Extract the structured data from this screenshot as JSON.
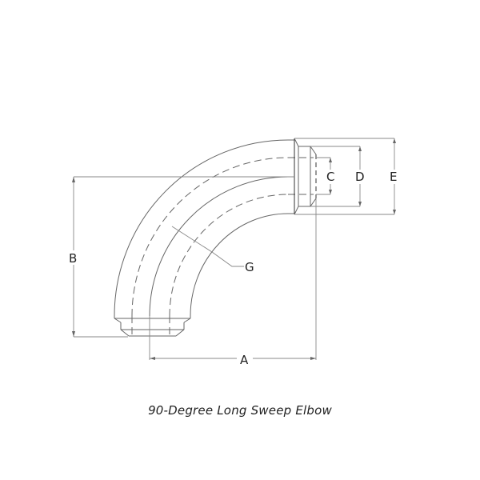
{
  "diagram": {
    "caption": "90-Degree Long Sweep Elbow",
    "labels": {
      "A": "A",
      "B": "B",
      "C": "C",
      "D": "D",
      "E": "E",
      "G": "G"
    },
    "colors": {
      "outline": "#555555",
      "dimension": "#777777",
      "text": "#222222",
      "background": "#ffffff"
    }
  }
}
